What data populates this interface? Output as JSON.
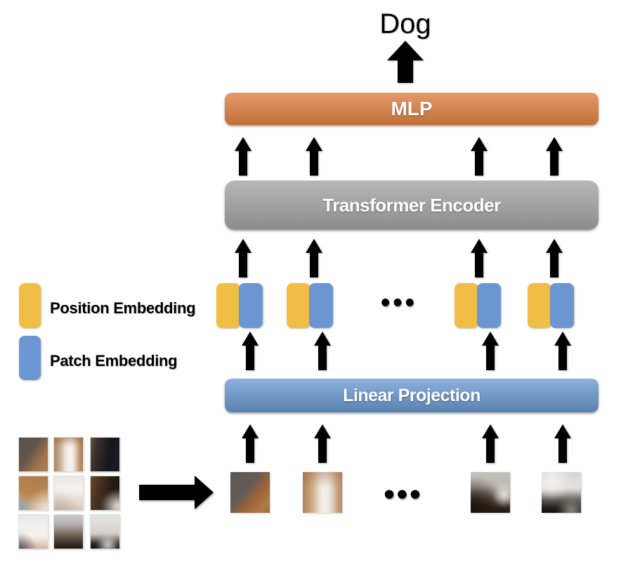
{
  "colors": {
    "mlp_box": "#DC7E3F",
    "encoder_box": "#A3A3A3",
    "projection_box": "#6B9AD2",
    "position_embedding": "#F0BE45",
    "patch_embedding": "#6C96D1",
    "arrow": "#000000",
    "text_on_box": "#FFFFFF",
    "label_text": "#000000"
  },
  "diagram": {
    "output_label": "Dog",
    "mlp_label": "MLP",
    "encoder_label": "Transformer Encoder",
    "projection_label": "Linear Projection",
    "ellipsis": "•••",
    "legend": {
      "items": [
        {
          "label": "Position Embedding",
          "color": "#F0BE45"
        },
        {
          "label": "Patch Embedding",
          "color": "#6C96D1"
        }
      ]
    }
  }
}
